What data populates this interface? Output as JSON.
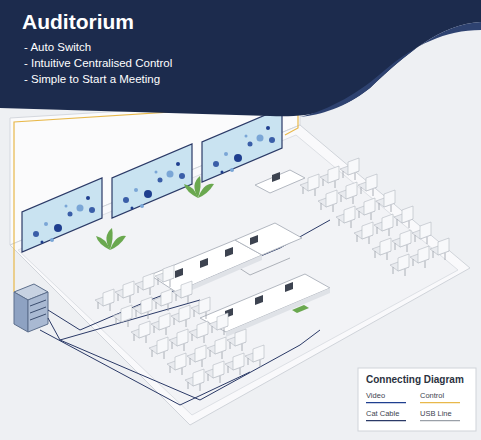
{
  "diagram": {
    "title": "Auditorium",
    "labels": [
      "- Auto Switch",
      "- Intuitive Centralised Control",
      "- Simple to Start a Meeting",
      "Connecting Diagram"
    ],
    "legend": [
      {
        "text": "Video"
      },
      {
        "text": "Control"
      },
      {
        "text": "Cat Cable"
      },
      {
        "text": "USB Line"
      }
    ]
  }
}
